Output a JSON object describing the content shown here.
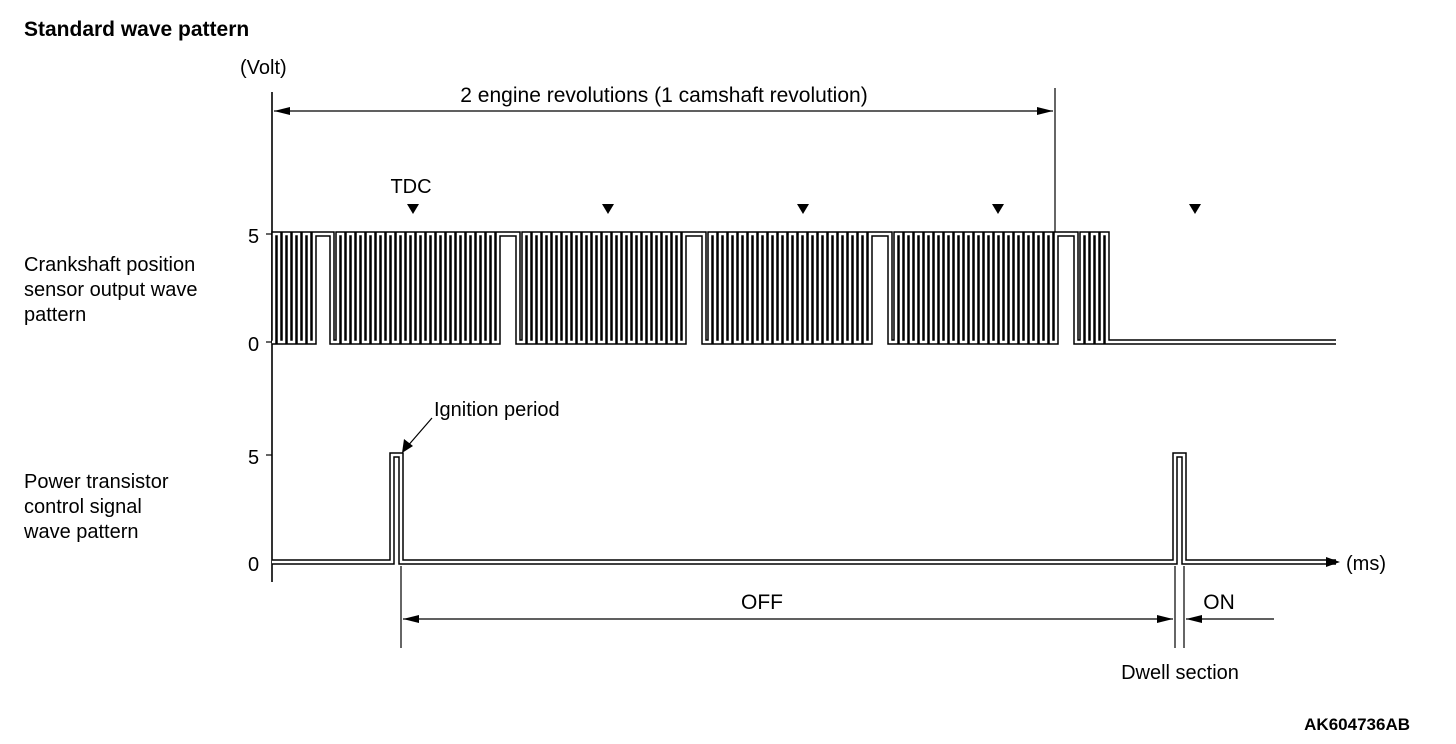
{
  "title": "Standard wave pattern",
  "y_unit": "(Volt)",
  "x_unit": "(ms)",
  "figure_id": "AK604736AB",
  "revolution_span_label": "2 engine revolutions (1 camshaft revolution)",
  "tdc_label": "TDC",
  "tdc_marker_count": 5,
  "crank_sensor": {
    "label_lines": [
      "Crankshaft position",
      "sensor output wave",
      "pattern"
    ],
    "high_level": "5",
    "low_level": "0"
  },
  "power_transistor": {
    "label_lines": [
      "Power transistor",
      "control signal",
      "wave pattern"
    ],
    "high_level": "5",
    "low_level": "0",
    "pulse_label": "Ignition period"
  },
  "off_label": "OFF",
  "on_label": "ON",
  "dwell_label": "Dwell section"
}
